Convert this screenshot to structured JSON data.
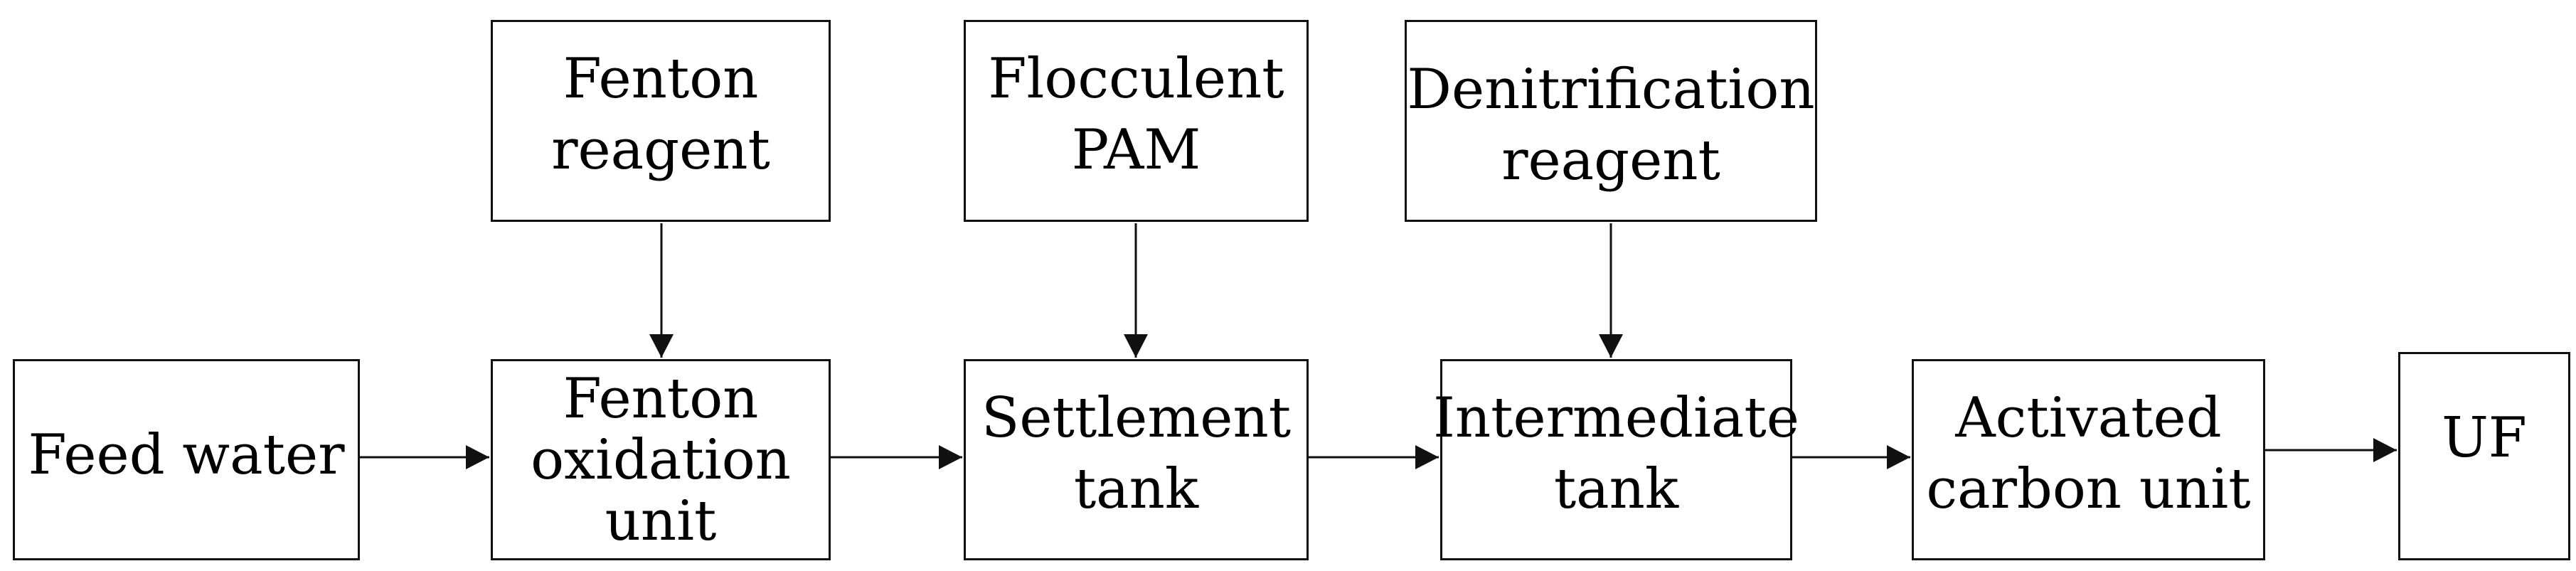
{
  "diagram": {
    "nodes": {
      "feed_water": {
        "lines": [
          "Feed water"
        ]
      },
      "fenton_reagent": {
        "lines": [
          "Fenton",
          "reagent"
        ]
      },
      "fenton_oxidation_unit": {
        "lines": [
          "Fenton",
          "oxidation",
          "unit"
        ]
      },
      "flocculent_pam": {
        "lines": [
          "Flocculent",
          "PAM"
        ]
      },
      "settlement_tank": {
        "lines": [
          "Settlement",
          "tank"
        ]
      },
      "denitrification_reagent": {
        "lines": [
          "Denitrification",
          "reagent"
        ]
      },
      "intermediate_tank": {
        "lines": [
          "Intermediate",
          "tank"
        ]
      },
      "activated_carbon_unit": {
        "lines": [
          "Activated",
          "carbon unit"
        ]
      },
      "uf": {
        "lines": [
          "UF"
        ]
      }
    },
    "edges": [
      {
        "from": "fenton_reagent",
        "to": "fenton_oxidation_unit"
      },
      {
        "from": "flocculent_pam",
        "to": "settlement_tank"
      },
      {
        "from": "denitrification_reagent",
        "to": "intermediate_tank"
      },
      {
        "from": "feed_water",
        "to": "fenton_oxidation_unit"
      },
      {
        "from": "fenton_oxidation_unit",
        "to": "settlement_tank"
      },
      {
        "from": "settlement_tank",
        "to": "intermediate_tank"
      },
      {
        "from": "intermediate_tank",
        "to": "activated_carbon_unit"
      },
      {
        "from": "activated_carbon_unit",
        "to": "uf"
      }
    ]
  }
}
